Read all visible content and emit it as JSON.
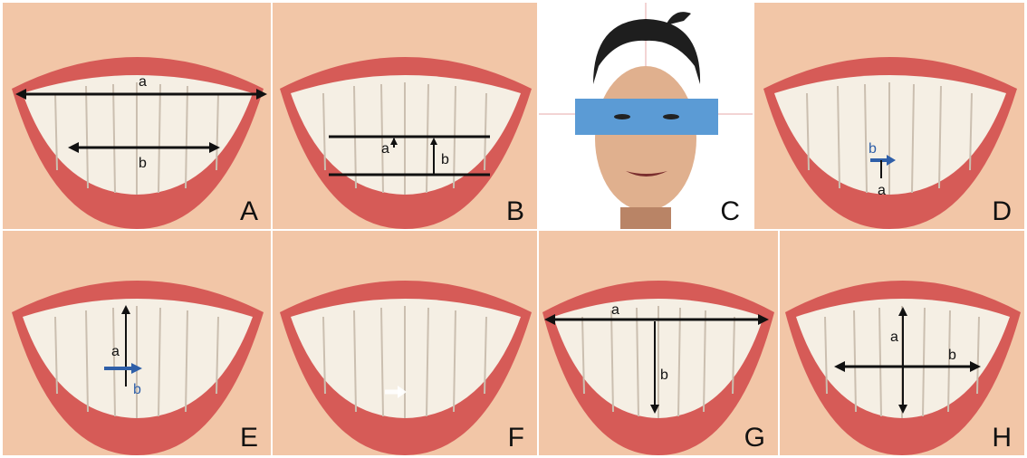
{
  "figure": {
    "panels": [
      {
        "id": "A",
        "label": "A",
        "measure_labels": [
          "a",
          "b"
        ]
      },
      {
        "id": "B",
        "label": "B",
        "measure_labels": [
          "a",
          "b"
        ]
      },
      {
        "id": "C",
        "label": "C",
        "measure_labels": []
      },
      {
        "id": "D",
        "label": "D",
        "measure_labels": [
          "b",
          "a"
        ]
      },
      {
        "id": "E",
        "label": "E",
        "measure_labels": [
          "a",
          "b"
        ]
      },
      {
        "id": "F",
        "label": "F",
        "measure_labels": []
      },
      {
        "id": "G",
        "label": "G",
        "measure_labels": [
          "a",
          "b"
        ]
      },
      {
        "id": "H",
        "label": "H",
        "measure_labels": [
          "a",
          "b"
        ]
      }
    ]
  },
  "colors": {
    "background": "#f3c8a9",
    "lip": "#d9534f",
    "gum": "#e58a84",
    "tooth": "#f7f3ea",
    "line": "#111111",
    "arrow_blue": "#2f5fa8",
    "eye_bar": "#5b9bd5",
    "hair": "#1e1e1e"
  }
}
